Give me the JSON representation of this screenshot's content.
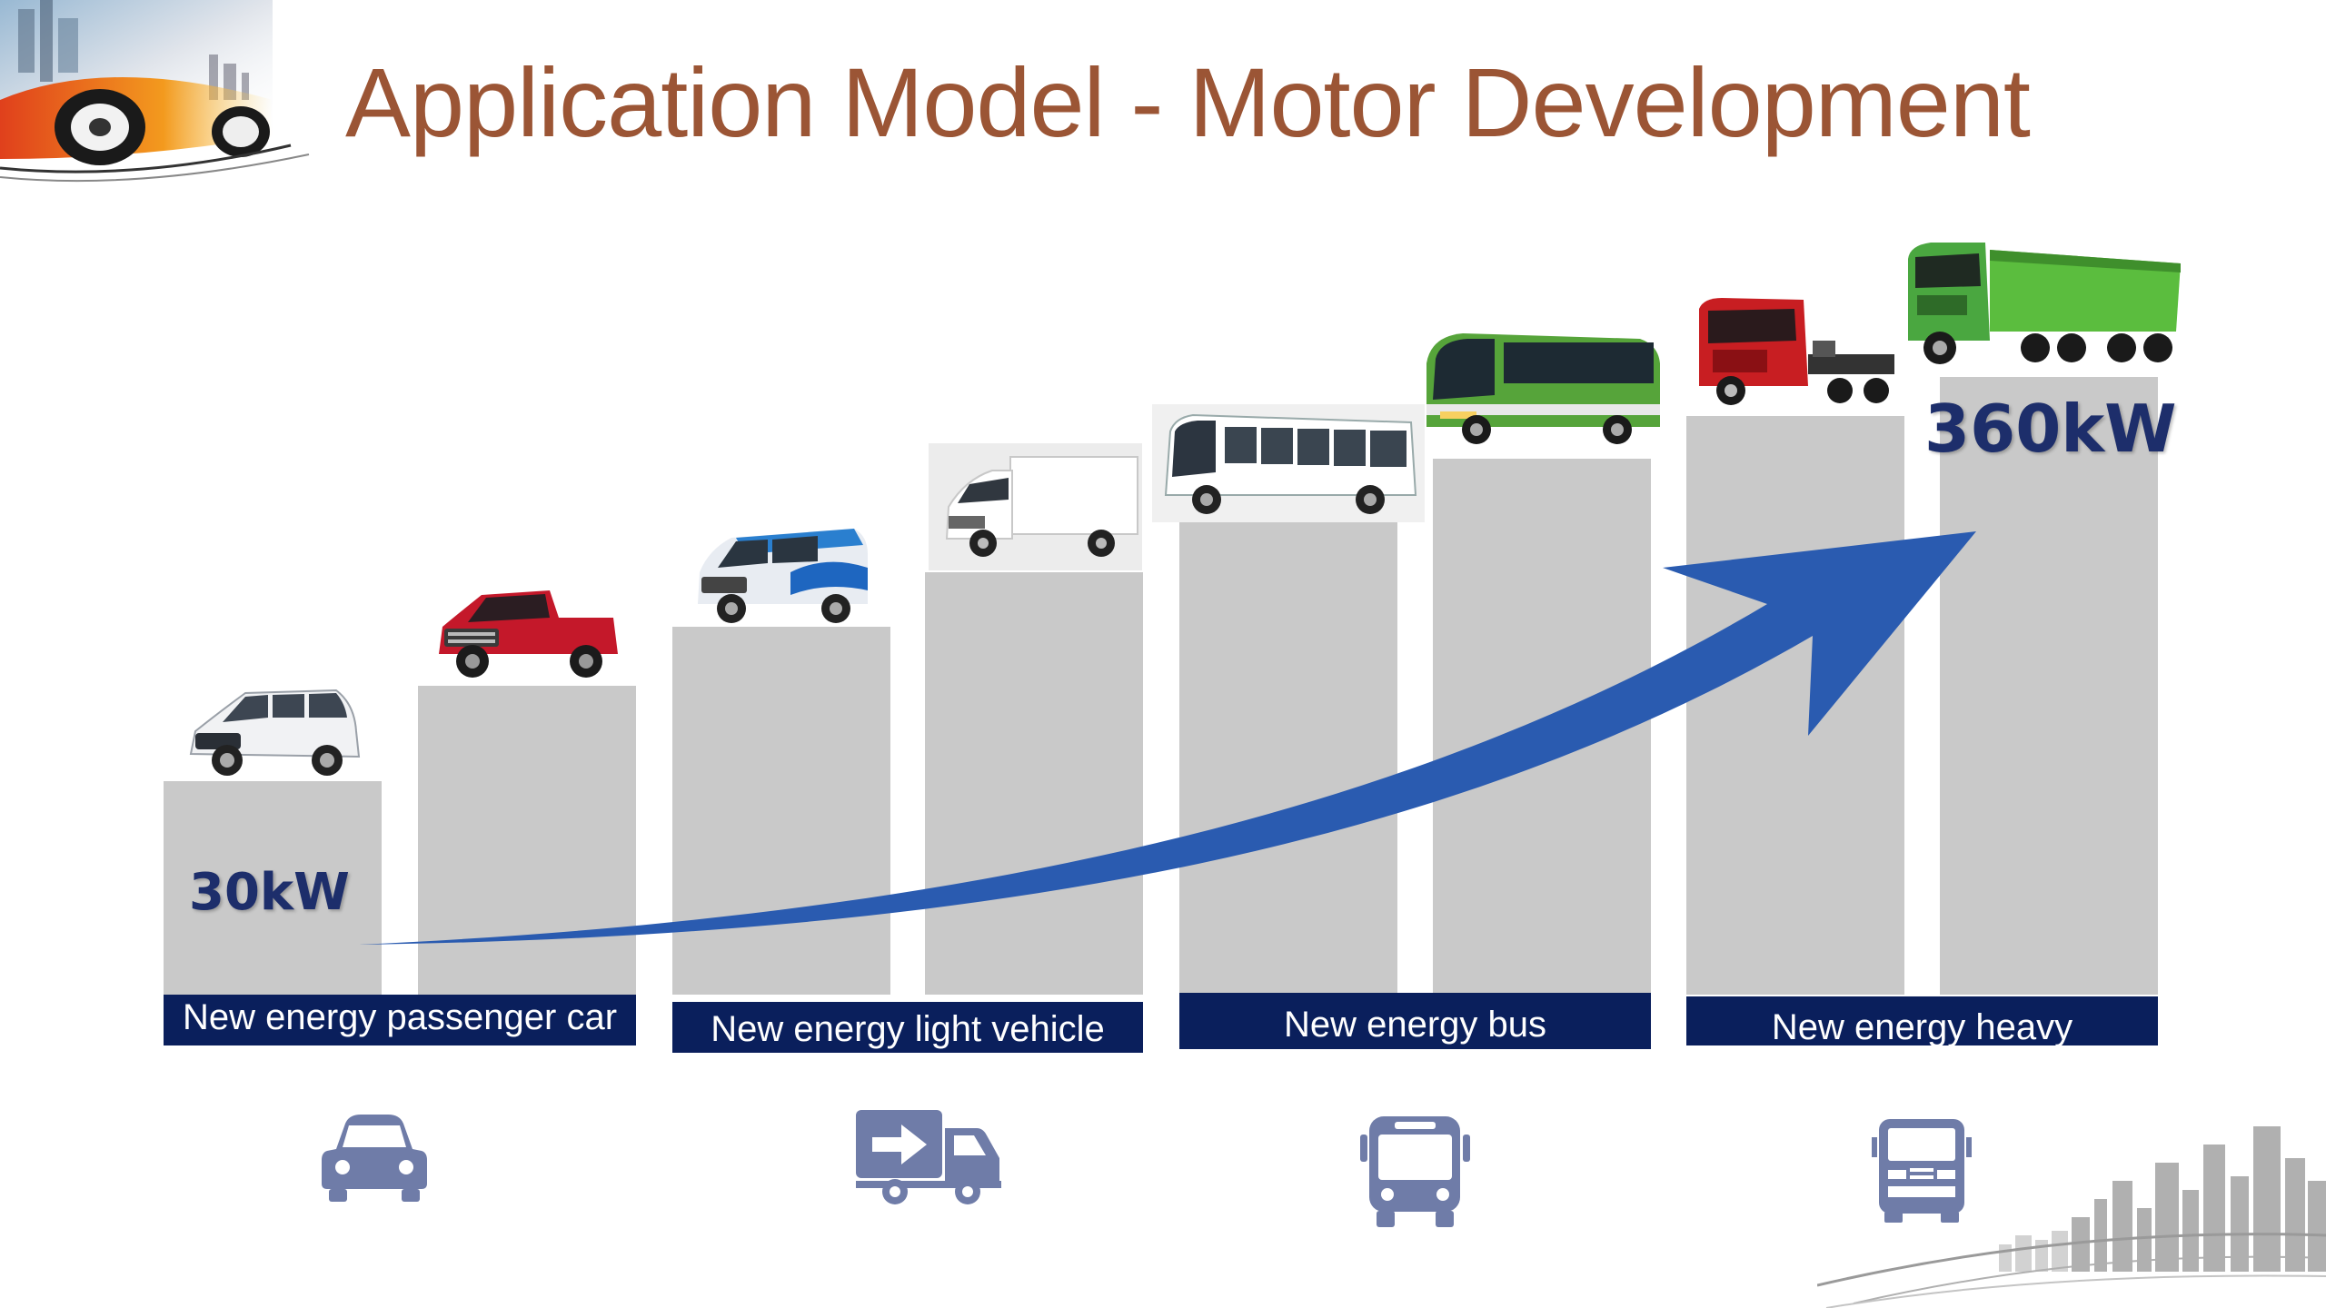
{
  "slide": {
    "title": "Application Model - Motor Development"
  },
  "power": {
    "min_label": "30kW",
    "max_label": "360kW"
  },
  "categories": [
    {
      "label": "New energy passenger car",
      "icon": "car-icon"
    },
    {
      "label": "New energy light vehicle",
      "icon": "delivery-truck-icon"
    },
    {
      "label": "New energy  bus",
      "icon": "bus-icon"
    },
    {
      "label": "New energy heavy",
      "icon": "heavy-truck-icon"
    }
  ],
  "colors": {
    "title": "#9b5535",
    "bar": "#c9c9c9",
    "category_band": "#0a1f5c",
    "power_label": "#1d2e6b",
    "arrow": "#2a5bb0",
    "icon": "#6f7ca8"
  }
}
